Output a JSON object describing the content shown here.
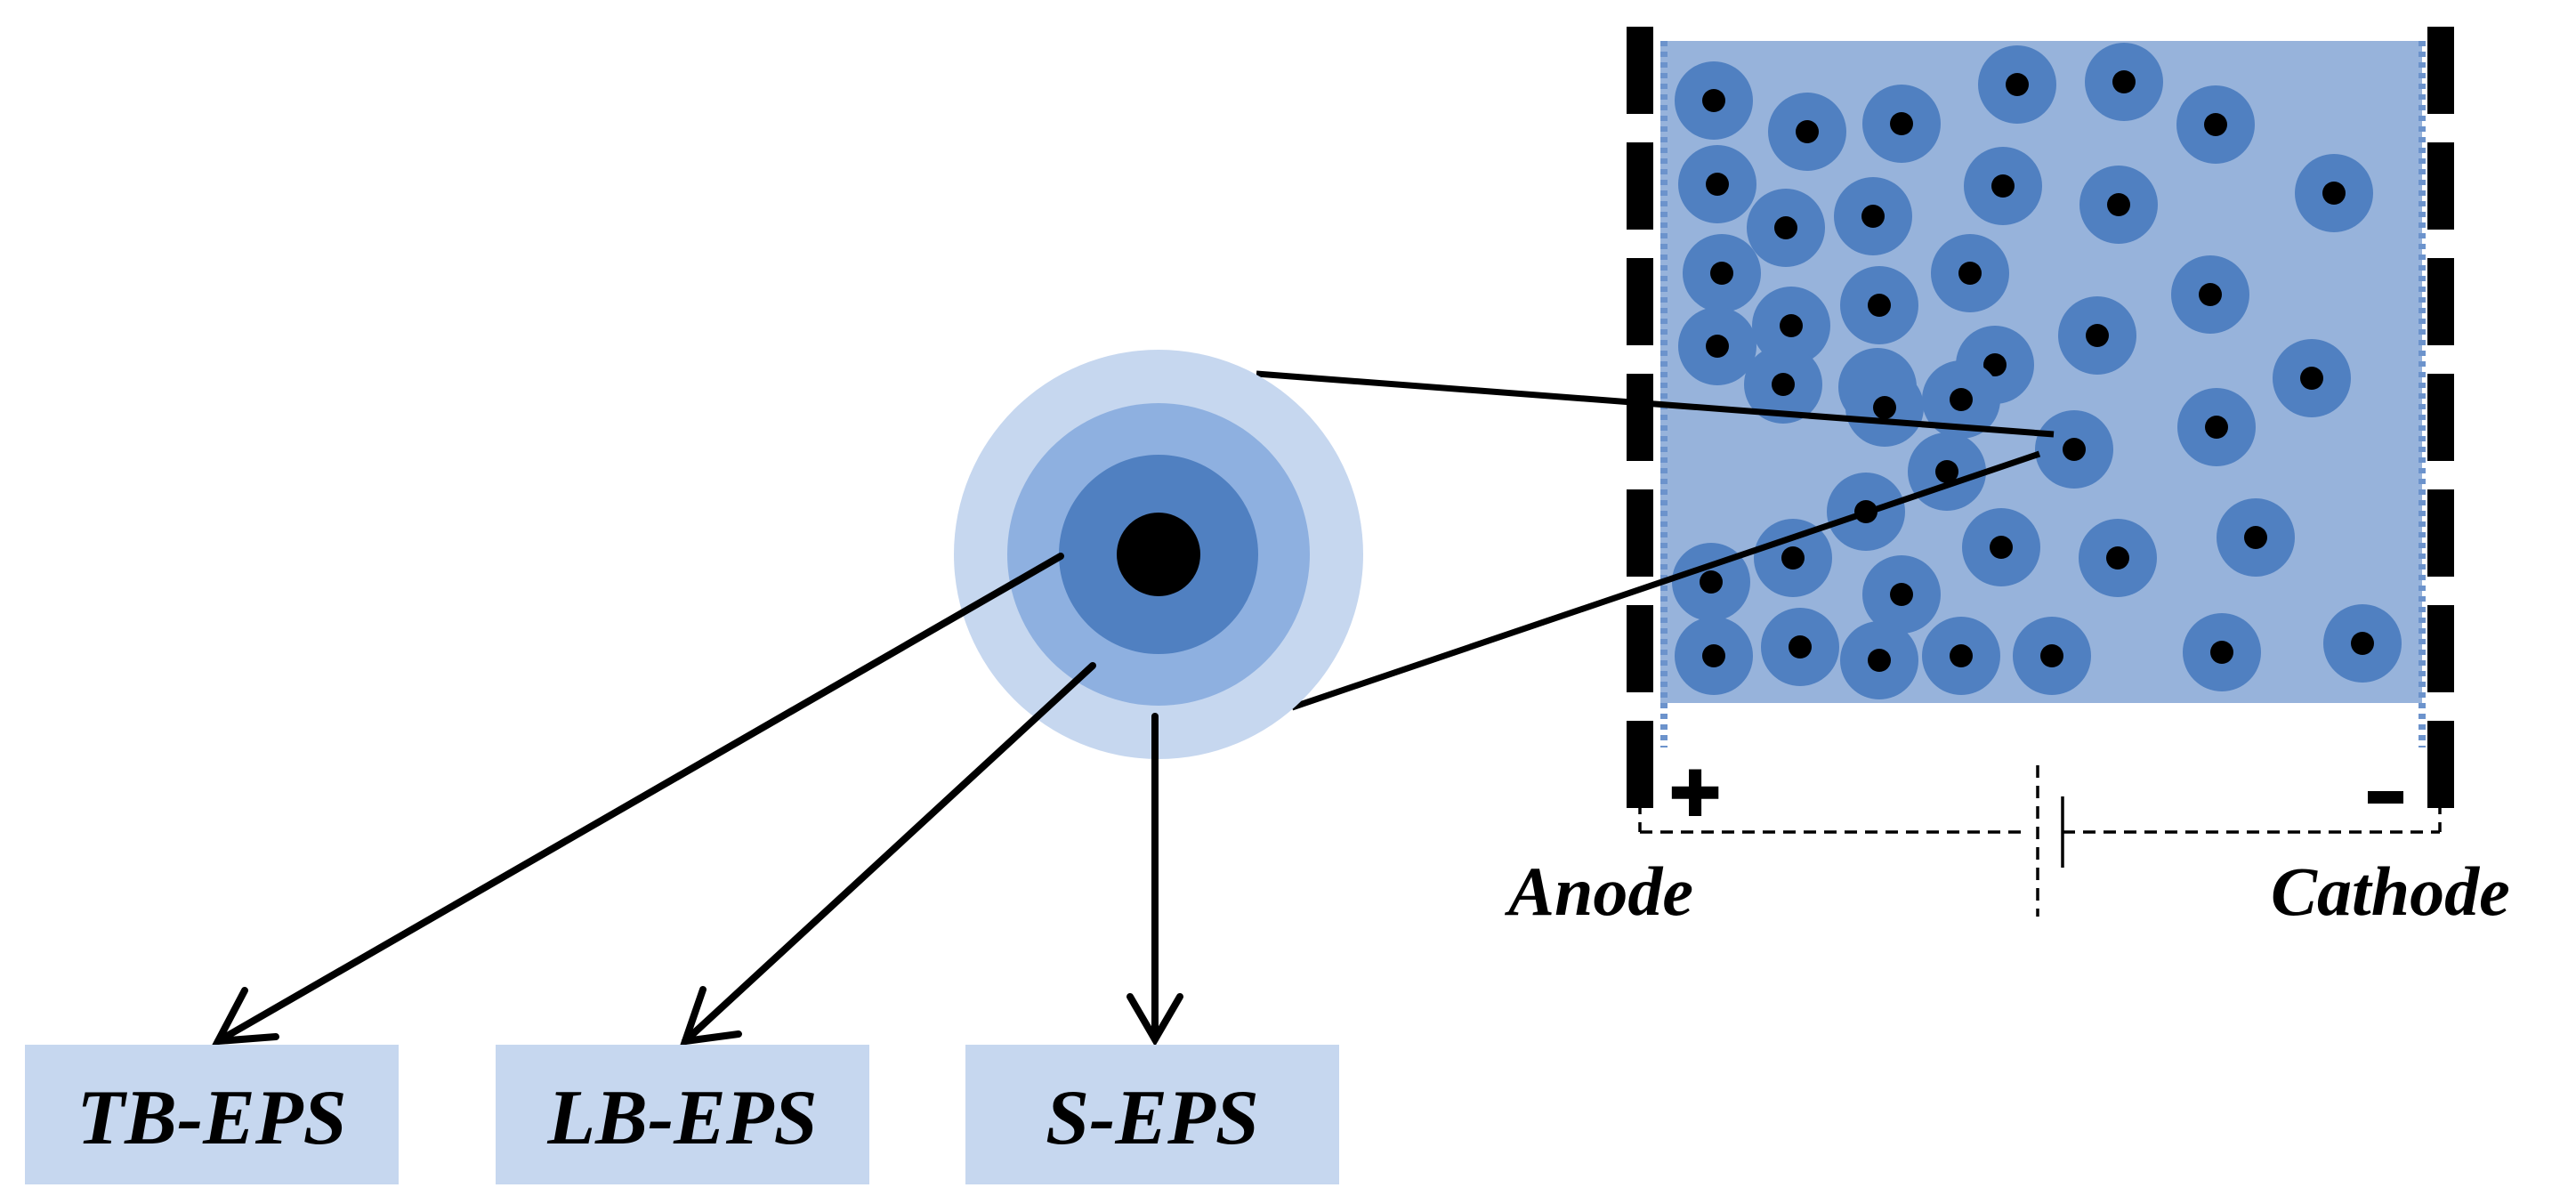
{
  "labels": {
    "anode": "Anode",
    "cathode": "Cathode",
    "plus_sign": "✚",
    "minus_sign": "−",
    "boxes": [
      "TB-EPS",
      "LB-EPS",
      "S-EPS"
    ]
  },
  "colors": {
    "cell_fill": "#97b3db",
    "particle_ring": "#5080c1",
    "particle_core": "#000000",
    "eps_outer": "#c6d7ef",
    "eps_middle": "#8eb0e0",
    "eps_inner": "#5080c1",
    "box_fill": "#c6d7ef",
    "electrode": "#000000",
    "line": "#000000"
  },
  "icons": {
    "anode_terminal": "plus-icon",
    "cathode_terminal": "minus-icon",
    "circuit_source": "battery-icon"
  }
}
